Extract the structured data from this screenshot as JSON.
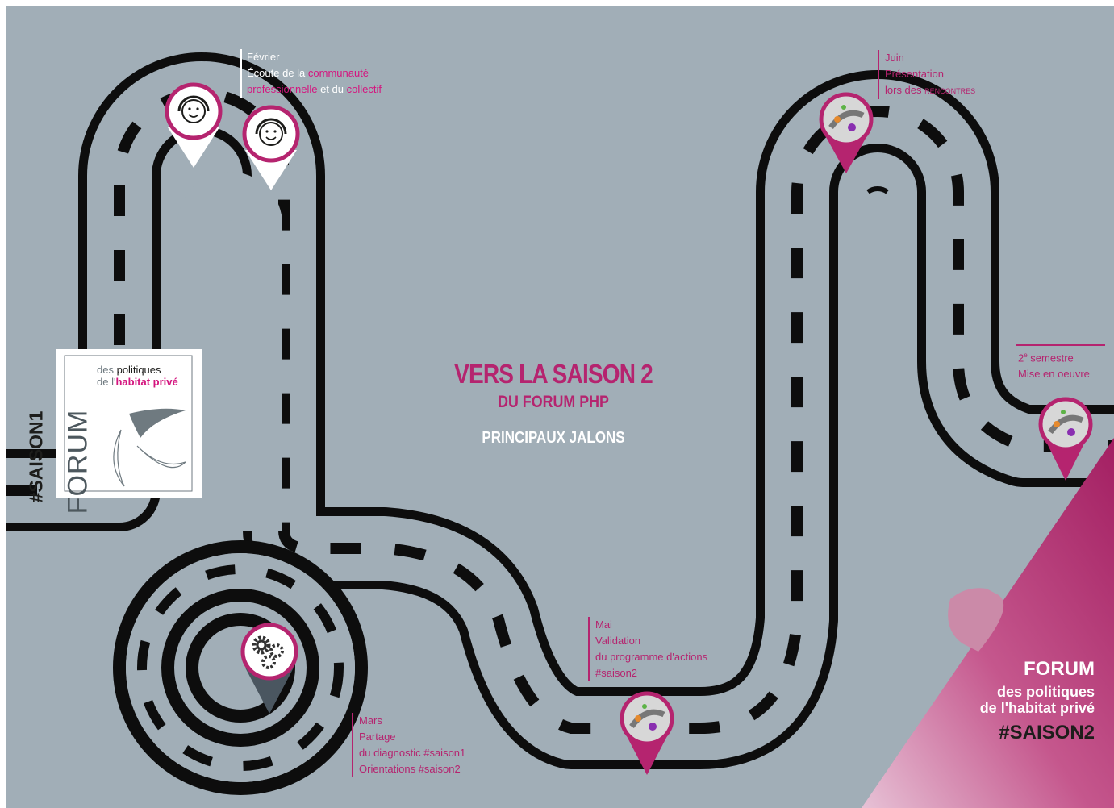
{
  "title": {
    "line1": "VERS LA SAISON 2",
    "line2": "DU FORUM PHP",
    "line3": "PRINCIPAUX JALONS"
  },
  "saison1_label": "#SAISON1",
  "logo": {
    "forum": "FORUM",
    "des": "des",
    "politiques": "politiques",
    "de_l": "de l'",
    "habitat": "habitat privé"
  },
  "milestones": {
    "fevrier": {
      "month": "Février",
      "line2_prefix": "Écoute de la ",
      "line2_highlight": "communauté",
      "line3_highlight1": "professionnelle",
      "line3_mid": " et du ",
      "line3_highlight2": "collectif"
    },
    "mars": {
      "month": "Mars",
      "line2": "Partage",
      "line3": "du diagnostic #saison1",
      "line4": "Orientations #saison2"
    },
    "mai": {
      "month": "Mai",
      "line2": "Validation",
      "line3": "du programme d'actions",
      "line4": "#saison2"
    },
    "juin": {
      "month": "Juin",
      "line2": "Présentation",
      "line3_prefix": "lors des ",
      "line3_small": "RENCONTRES"
    },
    "semestre": {
      "line1_num": "2",
      "line1_sup": "e",
      "line1_rest": " semestre",
      "line2": "Mise en oeuvre"
    }
  },
  "corner": {
    "forum": "FORUM",
    "line2": "des politiques",
    "line3": "de l'habitat privé",
    "saison2": "#SAISON2"
  },
  "colors": {
    "background": "#a1aeb7",
    "accent": "#b5246f",
    "road": "#0d0d0d",
    "marker_dark": "#4a5660"
  },
  "icons": [
    "headset-person-icon",
    "gears-icon",
    "road-map-pin-icon"
  ]
}
